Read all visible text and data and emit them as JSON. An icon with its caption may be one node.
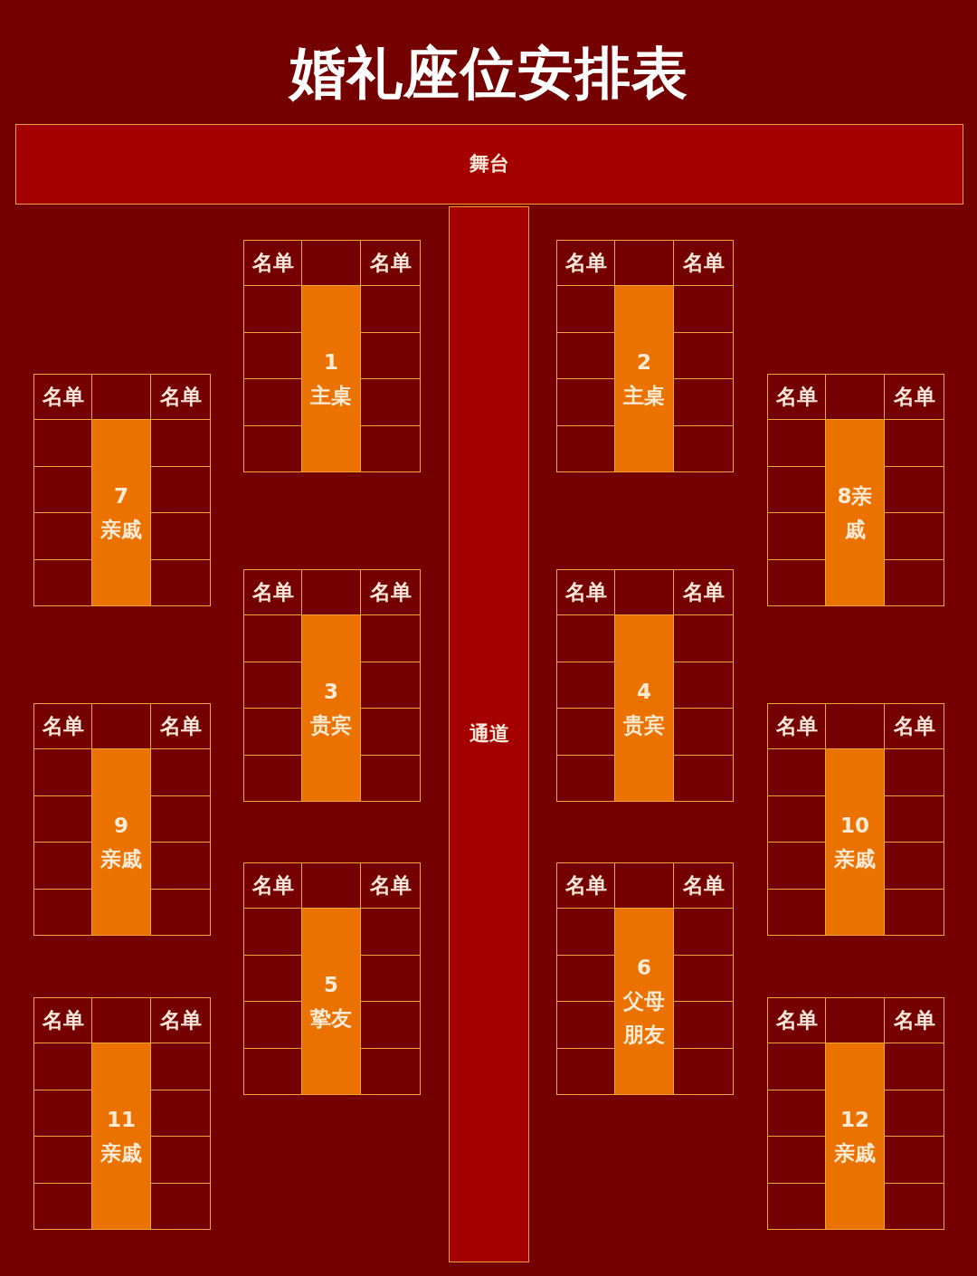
{
  "diagram": {
    "title": "婚礼座位安排表",
    "nodes": [
      {
        "text": [
          "舞台"
        ]
      },
      {
        "text": [
          "通道"
        ]
      },
      {
        "text": [
          "名单",
          "名单"
        ]
      },
      {
        "text": [
          "1",
          "主桌"
        ],
        "in": 2
      },
      {
        "text": [
          "名单",
          "名单"
        ]
      },
      {
        "text": [
          "2",
          "主桌"
        ],
        "in": 4
      },
      {
        "text": [
          "名单",
          "名单"
        ]
      },
      {
        "text": [
          "7",
          "亲戚"
        ],
        "in": 6
      },
      {
        "text": [
          "名单",
          "名单"
        ]
      },
      {
        "text": [
          "8亲戚"
        ],
        "in": 8
      },
      {
        "text": [
          "名单",
          "名单"
        ]
      },
      {
        "text": [
          "3",
          "贵宾"
        ],
        "in": 10
      },
      {
        "text": [
          "名单",
          "名单"
        ]
      },
      {
        "text": [
          "4",
          "贵宾"
        ],
        "in": 12
      },
      {
        "text": [
          "名单",
          "名单"
        ]
      },
      {
        "text": [
          "9",
          "亲戚"
        ],
        "in": 14
      },
      {
        "text": [
          "名单",
          "名单"
        ]
      },
      {
        "text": [
          "10",
          "亲戚"
        ],
        "in": 16
      },
      {
        "text": [
          "名单",
          "名单"
        ]
      },
      {
        "text": [
          "5",
          "挚友"
        ],
        "in": 18
      },
      {
        "text": [
          "名单",
          "名单"
        ]
      },
      {
        "text": [
          "6",
          "父母朋友"
        ],
        "in": 20
      },
      {
        "text": [
          "名单",
          "名单"
        ]
      },
      {
        "text": [
          "11",
          "亲戚"
        ],
        "in": 22
      },
      {
        "text": [
          "名单",
          "名单"
        ]
      },
      {
        "text": [
          "12",
          "亲戚"
        ],
        "in": 24
      }
    ]
  }
}
